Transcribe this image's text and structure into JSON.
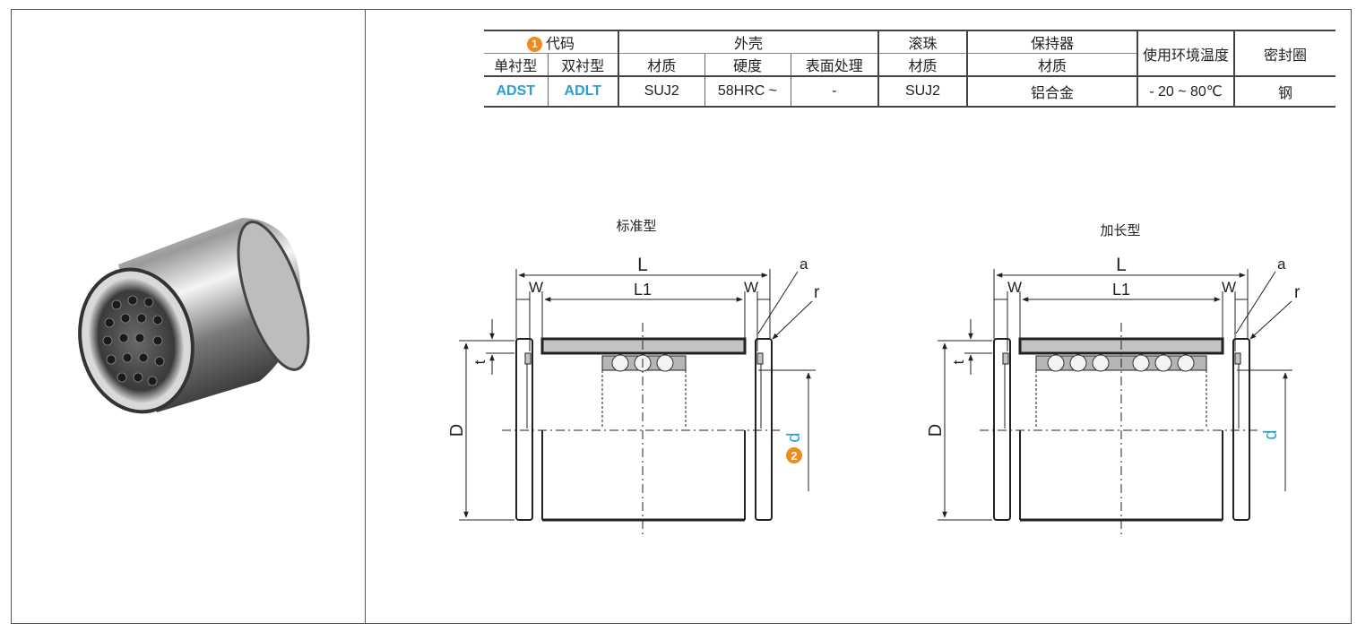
{
  "spec_table": {
    "code_badge": "1",
    "code_header": "代码",
    "shell_header": "外壳",
    "ball_header": "滚珠",
    "retainer_header": "保持器",
    "temp_header": "使用环境温度",
    "seal_header": "密封圈",
    "single_type": "单衬型",
    "double_type": "双衬型",
    "material": "材质",
    "hardness": "硬度",
    "surface": "表面处理",
    "ball_material": "材质",
    "retainer_material": "材质",
    "single_code": "ADST",
    "double_code": "ADLT",
    "shell_material_value": "SUJ2",
    "hardness_value": "58HRC ~",
    "surface_value": "-",
    "ball_material_value": "SUJ2",
    "retainer_value": "铝合金",
    "temp_value": "- 20 ~ 80℃",
    "seal_value": "钢"
  },
  "standard": {
    "title": "标准型",
    "L": "L",
    "L1": "L1",
    "W_left": "W",
    "W_right": "W",
    "a": "a",
    "r": "r",
    "t": "t",
    "D": "D",
    "d": "d",
    "badge": "2"
  },
  "long": {
    "title": "加长型",
    "L": "L",
    "L1": "L1",
    "W_left": "W",
    "W_right": "W",
    "a": "a",
    "r": "r",
    "t": "t",
    "D": "D",
    "d": "d"
  },
  "colors": {
    "accent_blue": "#2a9fd6",
    "badge_orange": "#f08a1c",
    "retainer_gray": "#b5b5b5",
    "frame": "#555555"
  }
}
